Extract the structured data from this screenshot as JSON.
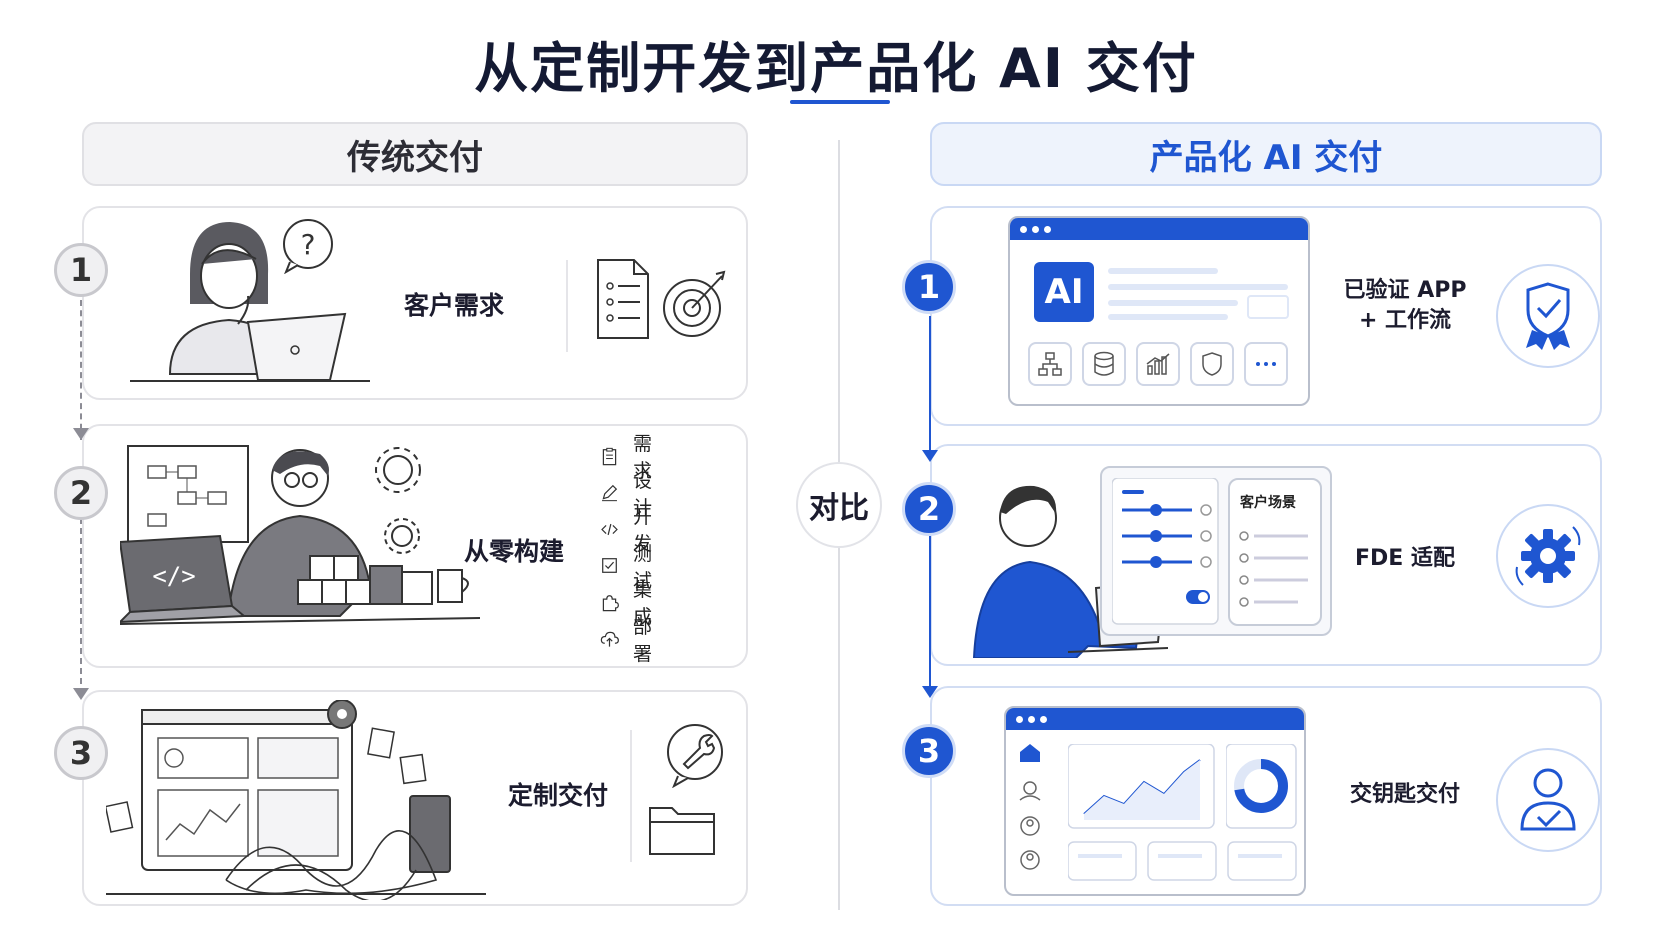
{
  "title": "从定制开发到产品化 AI 交付",
  "compare_label": "对比",
  "traditional": {
    "header": "传统交付",
    "steps": [
      {
        "num": "1",
        "label": "客户需求"
      },
      {
        "num": "2",
        "label": "从零构建"
      },
      {
        "num": "3",
        "label": "定制交付"
      }
    ],
    "process_list": [
      "需求",
      "设计",
      "开发",
      "测试",
      "集成",
      "部署"
    ]
  },
  "productized": {
    "header": "产品化 AI 交付",
    "steps": [
      {
        "num": "1",
        "label_line1": "已验证 APP",
        "label_line2": "+ 工作流"
      },
      {
        "num": "2",
        "label": "FDE 适配"
      },
      {
        "num": "3",
        "label": "交钥匙交付"
      }
    ],
    "ai_badge": "AI",
    "scene_label": "客户场景"
  },
  "colors": {
    "accent": "#1f56d1",
    "gray": "#8c8c95"
  },
  "icons": [
    "question-bubble-icon",
    "checklist-icon",
    "target-icon",
    "wrench-bubble-icon",
    "folder-icon",
    "verified-badge-icon",
    "gear-sync-icon",
    "user-check-icon"
  ]
}
